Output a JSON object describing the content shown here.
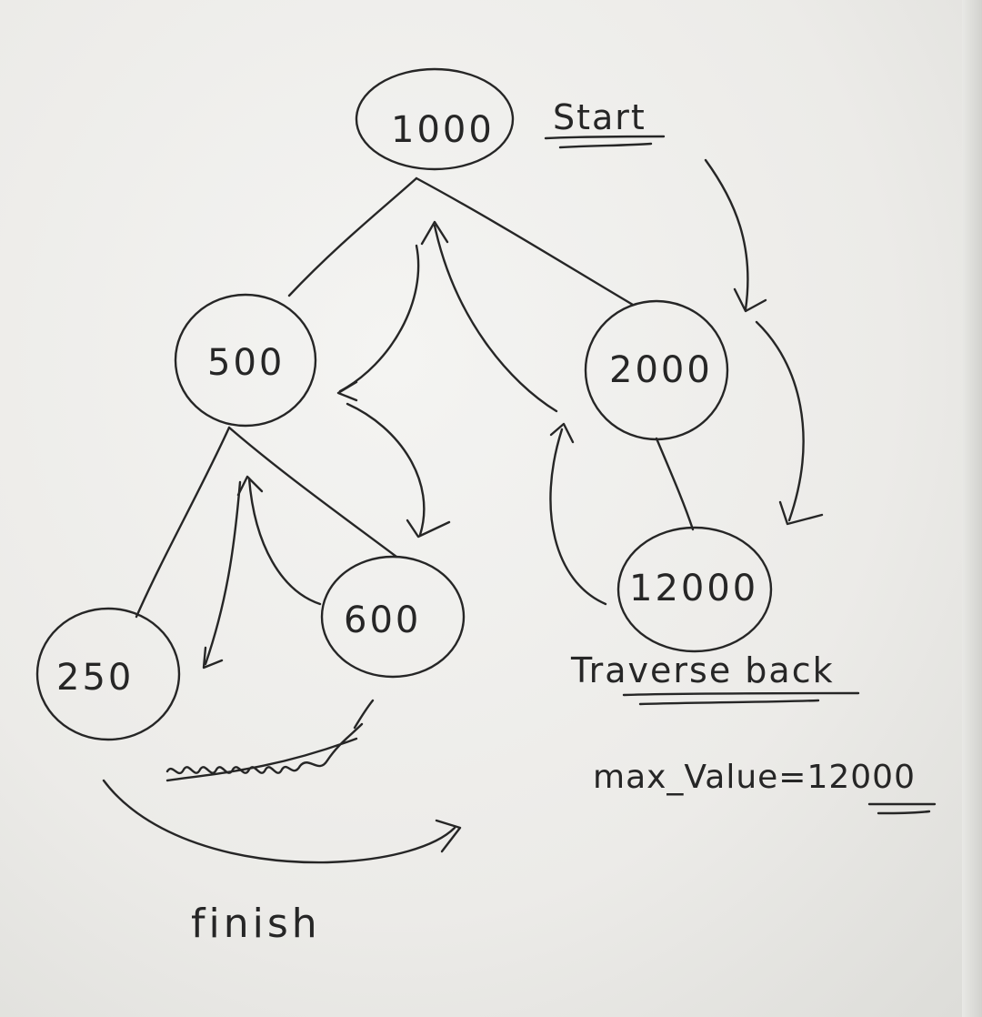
{
  "nodes": [
    {
      "id": "n1000",
      "label": "1000"
    },
    {
      "id": "n500",
      "label": "500"
    },
    {
      "id": "n2000",
      "label": "2000"
    },
    {
      "id": "n250",
      "label": "250"
    },
    {
      "id": "n600",
      "label": "600"
    },
    {
      "id": "n12000",
      "label": "12000"
    }
  ],
  "edges": [
    {
      "from": "n1000",
      "to": "n500"
    },
    {
      "from": "n1000",
      "to": "n2000"
    },
    {
      "from": "n500",
      "to": "n250"
    },
    {
      "from": "n500",
      "to": "n600"
    },
    {
      "from": "n2000",
      "to": "n12000"
    }
  ],
  "annotations": {
    "start": "Start",
    "traverse_back": "Traverse back",
    "max_value": "max_Value=12000",
    "finish": "finish"
  },
  "colors": {
    "ink": "#262626",
    "paper": "#f2f2f0"
  }
}
